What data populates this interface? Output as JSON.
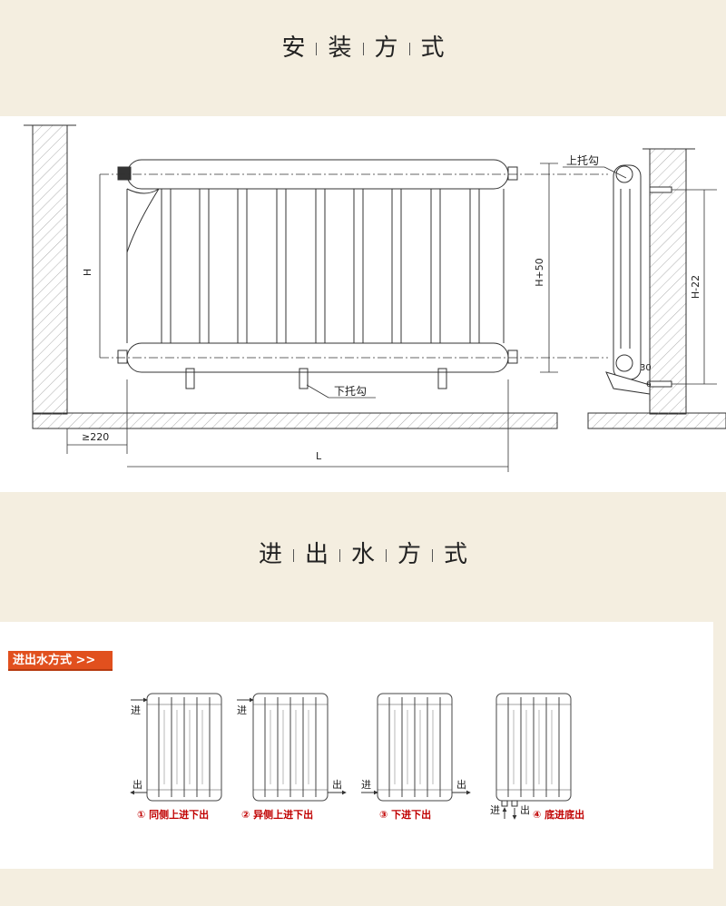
{
  "sections": {
    "install_title": [
      "安",
      "装",
      "方",
      "式"
    ],
    "flow_title": [
      "进",
      "出",
      "水",
      "方",
      "式"
    ]
  },
  "install_diagram": {
    "label_upper_hook": "上托勾",
    "label_lower_hook": "下托勾",
    "label_h": "H",
    "label_h50": "H+50",
    "label_h22": "H-22",
    "label_min_gap": "≥220",
    "label_l": "L",
    "label_30": "30",
    "label_6": "6"
  },
  "flow": {
    "tag": "进出水方式 >>",
    "in_label": "进",
    "out_label": "出",
    "captions": [
      "① 同侧上进下出",
      "② 异侧上进下出",
      "③ 下进下出",
      "④ 底进底出"
    ]
  },
  "colors": {
    "background": "#f4eee0",
    "panel": "#ffffff",
    "tag": "#e1501e",
    "caption": "#c00000"
  }
}
